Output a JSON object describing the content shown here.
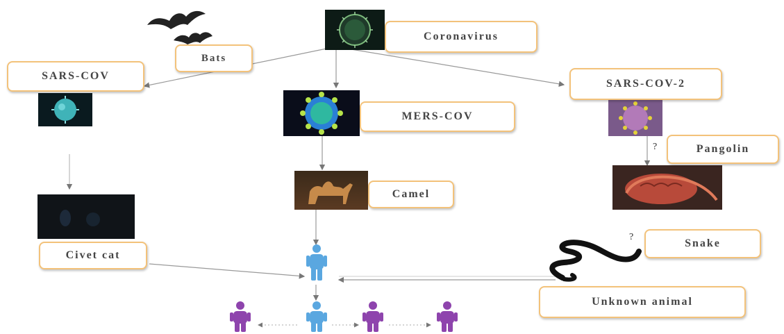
{
  "diagram": {
    "nodes": {
      "coronavirus": "Coronavirus",
      "bats": "Bats",
      "sars_cov": "SARS-COV",
      "mers_cov": "MERS-COV",
      "sars_cov_2": "SARS-COV-2",
      "pangolin": "Pangolin",
      "camel": "Camel",
      "civet_cat": "Civet cat",
      "snake": "Snake",
      "unknown_animal": "Unknown animal"
    },
    "question_marks": [
      "?",
      "?"
    ]
  },
  "colors": {
    "box_border": "#f3c27a",
    "arrow": "#888888",
    "human_blue": "#5aa7e0",
    "human_purple": "#8e44ad"
  }
}
